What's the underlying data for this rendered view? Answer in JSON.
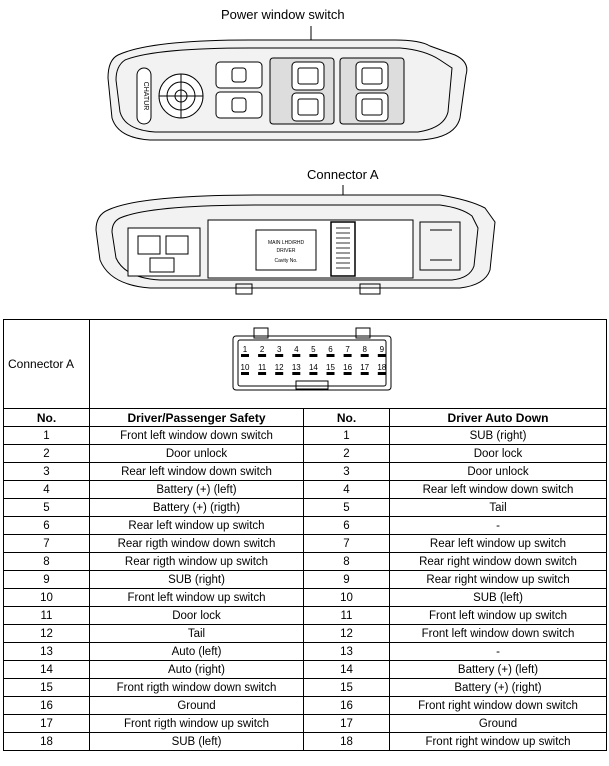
{
  "labels": {
    "power_window_switch": "Power window switch",
    "connector_a": "Connector A"
  },
  "table": {
    "connector_label": "Connector A",
    "pins_top": [
      "1",
      "2",
      "3",
      "4",
      "5",
      "6",
      "7",
      "8",
      "9"
    ],
    "pins_bottom": [
      "10",
      "11",
      "12",
      "13",
      "14",
      "15",
      "16",
      "17",
      "18"
    ],
    "headers": [
      "No.",
      "Driver/Passenger Safety",
      "No.",
      "Driver Auto Down"
    ],
    "rows": [
      [
        "1",
        "Front left window down switch",
        "1",
        "SUB (right)"
      ],
      [
        "2",
        "Door unlock",
        "2",
        "Door lock"
      ],
      [
        "3",
        "Rear left window down switch",
        "3",
        "Door unlock"
      ],
      [
        "4",
        "Battery (+) (left)",
        "4",
        "Rear left window down switch"
      ],
      [
        "5",
        "Battery (+) (rigth)",
        "5",
        "Tail"
      ],
      [
        "6",
        "Rear left window up switch",
        "6",
        "-"
      ],
      [
        "7",
        "Rear rigth window down switch",
        "7",
        "Rear left window up switch"
      ],
      [
        "8",
        "Rear rigth window up switch",
        "8",
        "Rear right window down switch"
      ],
      [
        "9",
        "SUB (right)",
        "9",
        "Rear right window up switch"
      ],
      [
        "10",
        "Front left window up switch",
        "10",
        "SUB (left)"
      ],
      [
        "11",
        "Door lock",
        "11",
        "Front left window up switch"
      ],
      [
        "12",
        "Tail",
        "12",
        "Front left window down switch"
      ],
      [
        "13",
        "Auto (left)",
        "13",
        "-"
      ],
      [
        "14",
        "Auto (right)",
        "14",
        "Battery (+) (left)"
      ],
      [
        "15",
        "Front rigth window down switch",
        "15",
        "Battery (+) (right)"
      ],
      [
        "16",
        "Ground",
        "16",
        "Front right window down switch"
      ],
      [
        "17",
        "Front rigth window up switch",
        "17",
        "Ground"
      ],
      [
        "18",
        "SUB (left)",
        "18",
        "Front right window up switch"
      ]
    ]
  }
}
